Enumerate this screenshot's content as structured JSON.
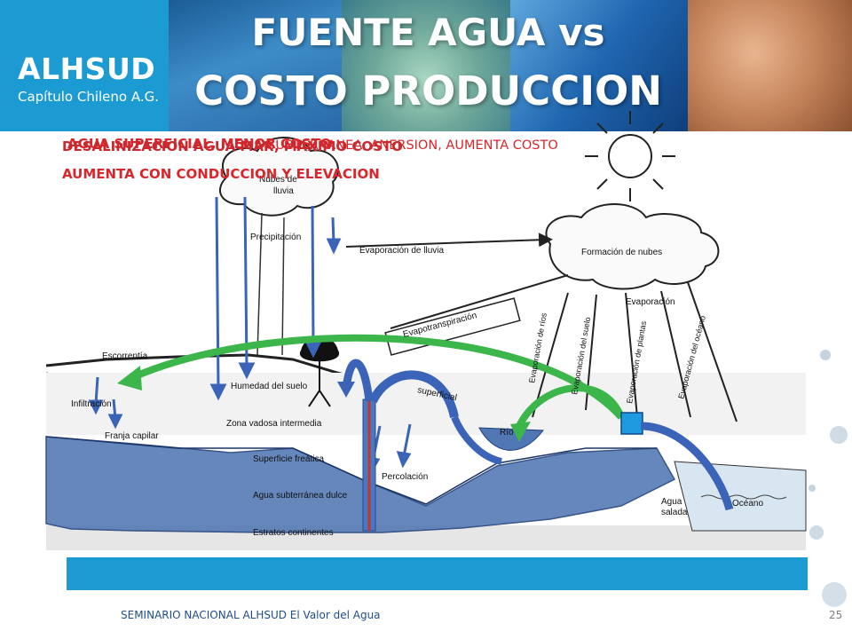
{
  "header": {
    "logo_name": "ALHSUD",
    "logo_subtitle": "Capítulo Chileno A.G.",
    "title_line1": "FUENTE AGUA vs",
    "title_line2": "COSTO PRODUCCION"
  },
  "captions": {
    "superficial": "AGUA SUPERFICIAL, MENOR COSTO",
    "desalinizacion": "DESALINIZACION AGUA MAR, MAXIMO COSTO",
    "subterranea": "AGUA SUBTERRANEA, ANERSION, AUMENTA COSTO",
    "conduccion": "AUMENTA CON CONDUCCION Y ELEVACION"
  },
  "diagram_labels": {
    "nubes": "Nubes de",
    "lluvia": "lluvia",
    "precipitacion": "Precipitación",
    "evaporacion_lluvia": "Evaporación de lluvia",
    "formacion_nubes": "Formación de nubes",
    "evaporacion": "Evaporación",
    "evapotranspiracion": "Evapotranspiración",
    "evap_rios": "Evaporación de ríos",
    "evap_suelo": "Evaporación del suelo",
    "evap_plantas": "Evaporación de plantas",
    "evap_oceano": "Evaporación del océano",
    "escorrentia": "Escorrentía",
    "humedad": "Humedad del suelo",
    "infiltracion": "Infiltración",
    "franja": "Franja capilar",
    "zona_vadosa": "Zona vadosa intermedia",
    "superficie_freatica": "Superficie freática",
    "percolacion": "Percolación",
    "agua_subterranea": "Agua subterránea dulce",
    "estratos": "Estratos continentes",
    "superficial": "superficial",
    "rio": "Río",
    "agua_salada_1": "Agua",
    "agua_salada_2": "salada",
    "oceano": "Océano"
  },
  "footer": {
    "text": "SEMINARIO NACIONAL ALHSUD El Valor del Agua",
    "slide_number": "25"
  },
  "colors": {
    "brand_blue": "#1c9bd2",
    "caption_red": "#d8262b",
    "aquifer_blue": "#4f78b5",
    "arrow_green": "#3cb54a",
    "arrow_blue": "#3b64b8"
  }
}
